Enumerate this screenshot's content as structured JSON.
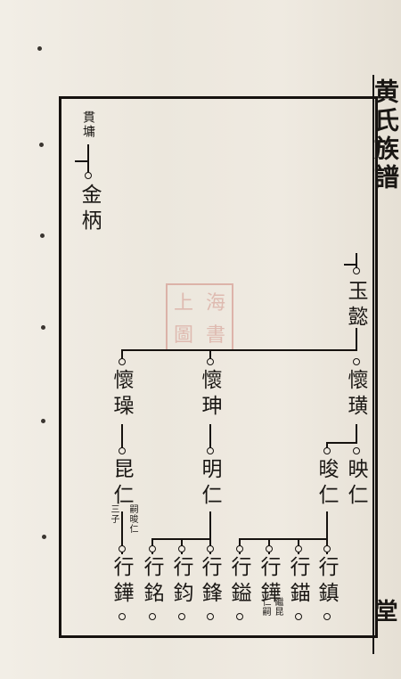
{
  "header": {
    "title": "黄氏族譜"
  },
  "spine": {
    "label": "堂"
  },
  "seal": {
    "chars": [
      "上",
      "海",
      "圖",
      "書"
    ]
  },
  "top_left": {
    "parent": "貫墉",
    "child": "金柄"
  },
  "top_right": {
    "ancestor": "玉懿"
  },
  "generation_1": {
    "right": "懷璜",
    "middle": "懷珅",
    "left": "懷璪"
  },
  "generation_2": {
    "right_a": "映仁",
    "right_b": "晙仁",
    "middle": "明仁",
    "left": "昆仁",
    "left_note_a": "嗣晙仁",
    "left_note_b": "三子"
  },
  "generation_3": {
    "g1": "行鎮",
    "g2": "行錨",
    "g3": "行鏵",
    "g3_note_a": "繼昆",
    "g3_note_b": "仁嗣",
    "g4": "行鎰",
    "g5": "行鋒",
    "g6": "行鈞",
    "g7": "行銘",
    "g8": "行鏵"
  }
}
